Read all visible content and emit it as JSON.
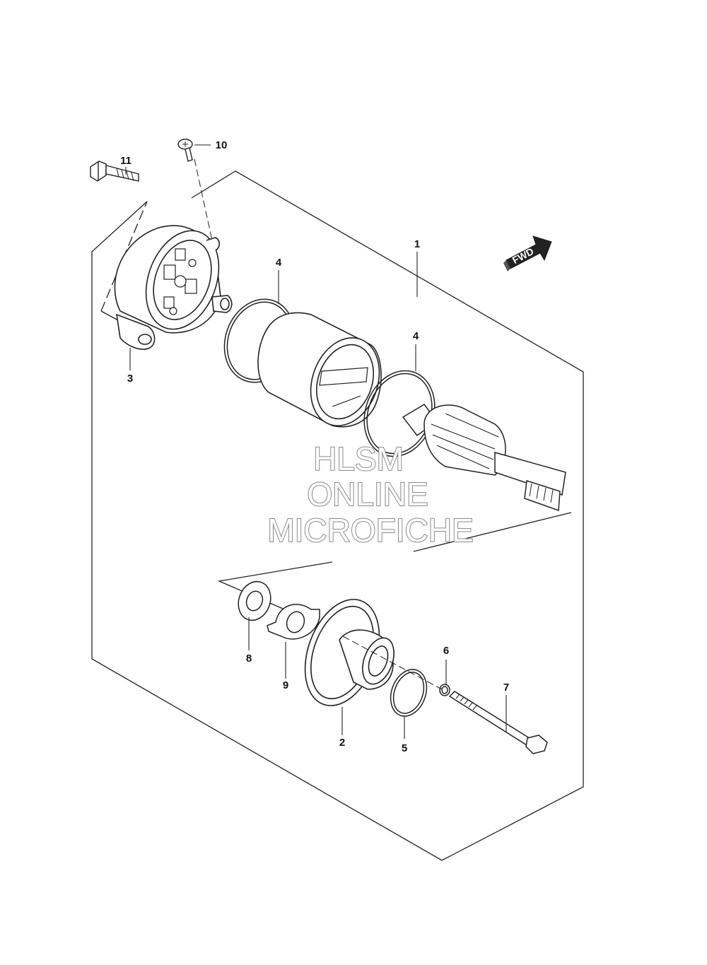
{
  "diagram": {
    "callouts": [
      {
        "id": "1",
        "text": "1"
      },
      {
        "id": "2",
        "text": "2"
      },
      {
        "id": "3",
        "text": "3"
      },
      {
        "id": "4a",
        "text": "4"
      },
      {
        "id": "4b",
        "text": "4"
      },
      {
        "id": "5",
        "text": "5"
      },
      {
        "id": "6",
        "text": "6"
      },
      {
        "id": "7",
        "text": "7"
      },
      {
        "id": "8",
        "text": "8"
      },
      {
        "id": "9",
        "text": "9"
      },
      {
        "id": "10",
        "text": "10"
      },
      {
        "id": "11",
        "text": "11"
      }
    ],
    "fwd_badge": "FWD",
    "watermark": {
      "line1": "HLSM",
      "line2": "ONLINE",
      "line3": "MICROFICHE"
    }
  }
}
